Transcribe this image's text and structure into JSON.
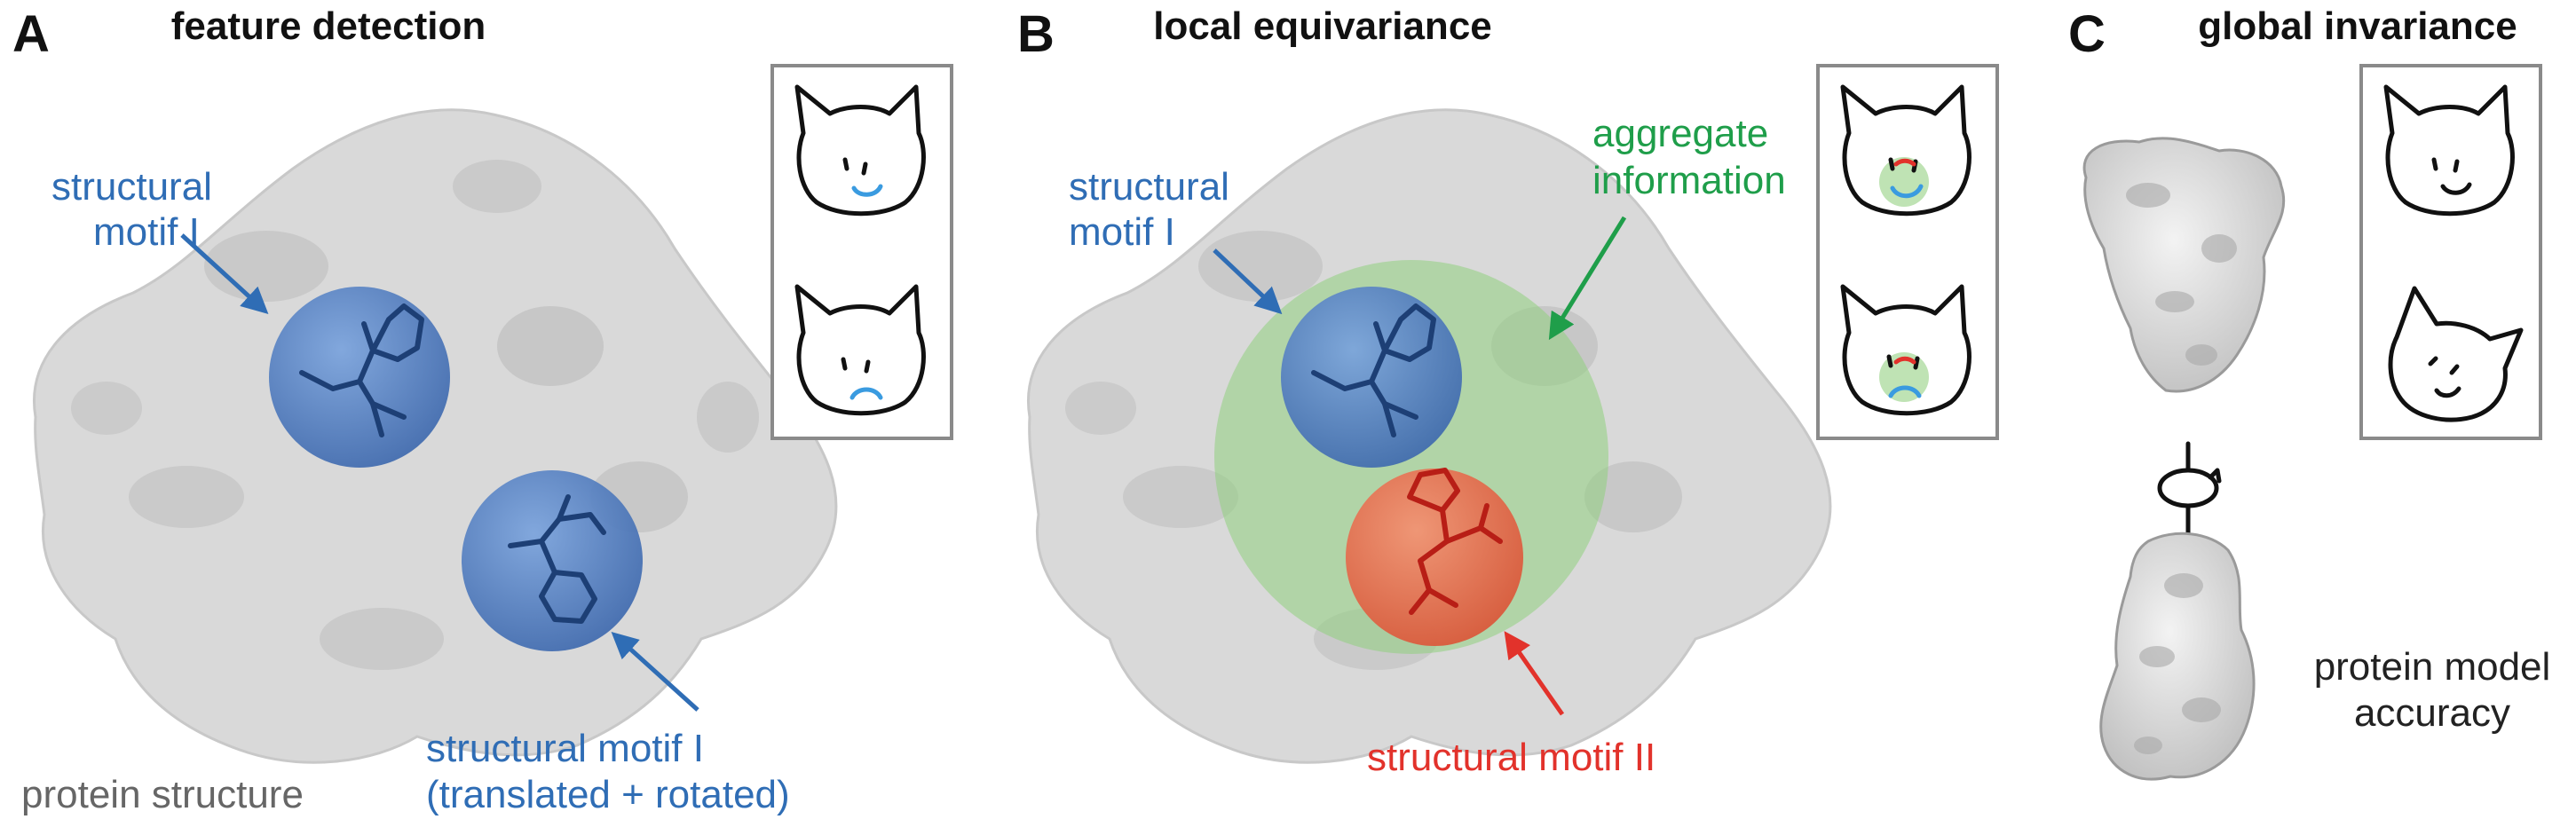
{
  "panels": {
    "a": {
      "letter": "A",
      "title": "feature detection",
      "motif_label_line1": "structural",
      "motif_label_line2": "motif I",
      "moved_label_line1": "structural motif I",
      "moved_label_line2": "(translated + rotated)",
      "protein_label": "protein structure"
    },
    "b": {
      "letter": "B",
      "title": "local equivariance",
      "motif_label_line1": "structural",
      "motif_label_line2": "motif I",
      "aggregate_label_line1": "aggregate",
      "aggregate_label_line2": "information",
      "motif2_label": "structural motif II"
    },
    "c": {
      "letter": "C",
      "title": "global invariance",
      "accuracy_label_line1": "protein model",
      "accuracy_label_line2": "accuracy"
    }
  },
  "colors": {
    "blue": "#2f6db5",
    "green": "#1f9e4a",
    "red": "#e2322b",
    "gray_text": "#666666",
    "sphere_blue": "#4f7fc4",
    "sphere_red": "#e4714f",
    "sphere_green": "#9bd08a",
    "surface": "#d7d7d7"
  },
  "icons": {
    "cat_faces": "cat-face-icon",
    "rotation": "rotation-arrow-icon"
  }
}
